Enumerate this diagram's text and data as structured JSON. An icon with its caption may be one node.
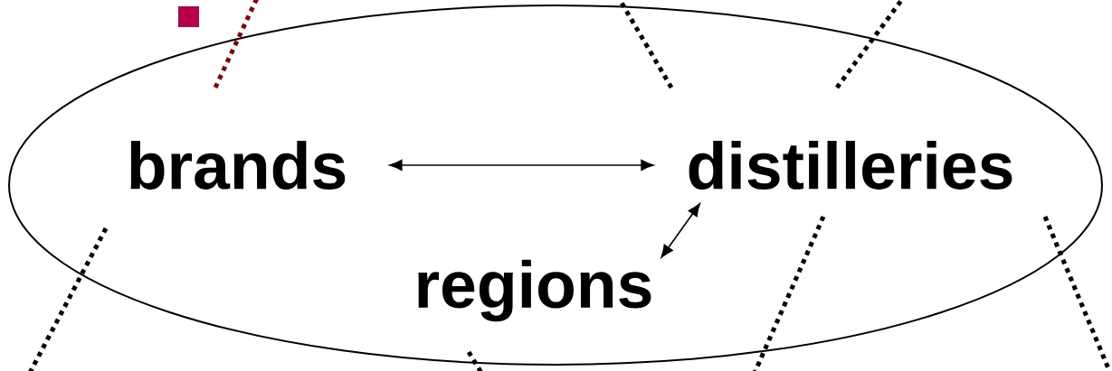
{
  "diagram": {
    "nodes": [
      {
        "text": [],
        "shape": "ellipse"
      },
      {
        "text": [
          "brands"
        ],
        "in": 0
      },
      {
        "text": [
          "distilleries"
        ],
        "in": 0
      },
      {
        "text": [
          "regions"
        ],
        "in": 0
      }
    ],
    "edges": [
      {
        "from": 1,
        "to": 2,
        "arrow": "both"
      },
      {
        "from": 3,
        "to": 2,
        "arrow": "both"
      }
    ]
  }
}
